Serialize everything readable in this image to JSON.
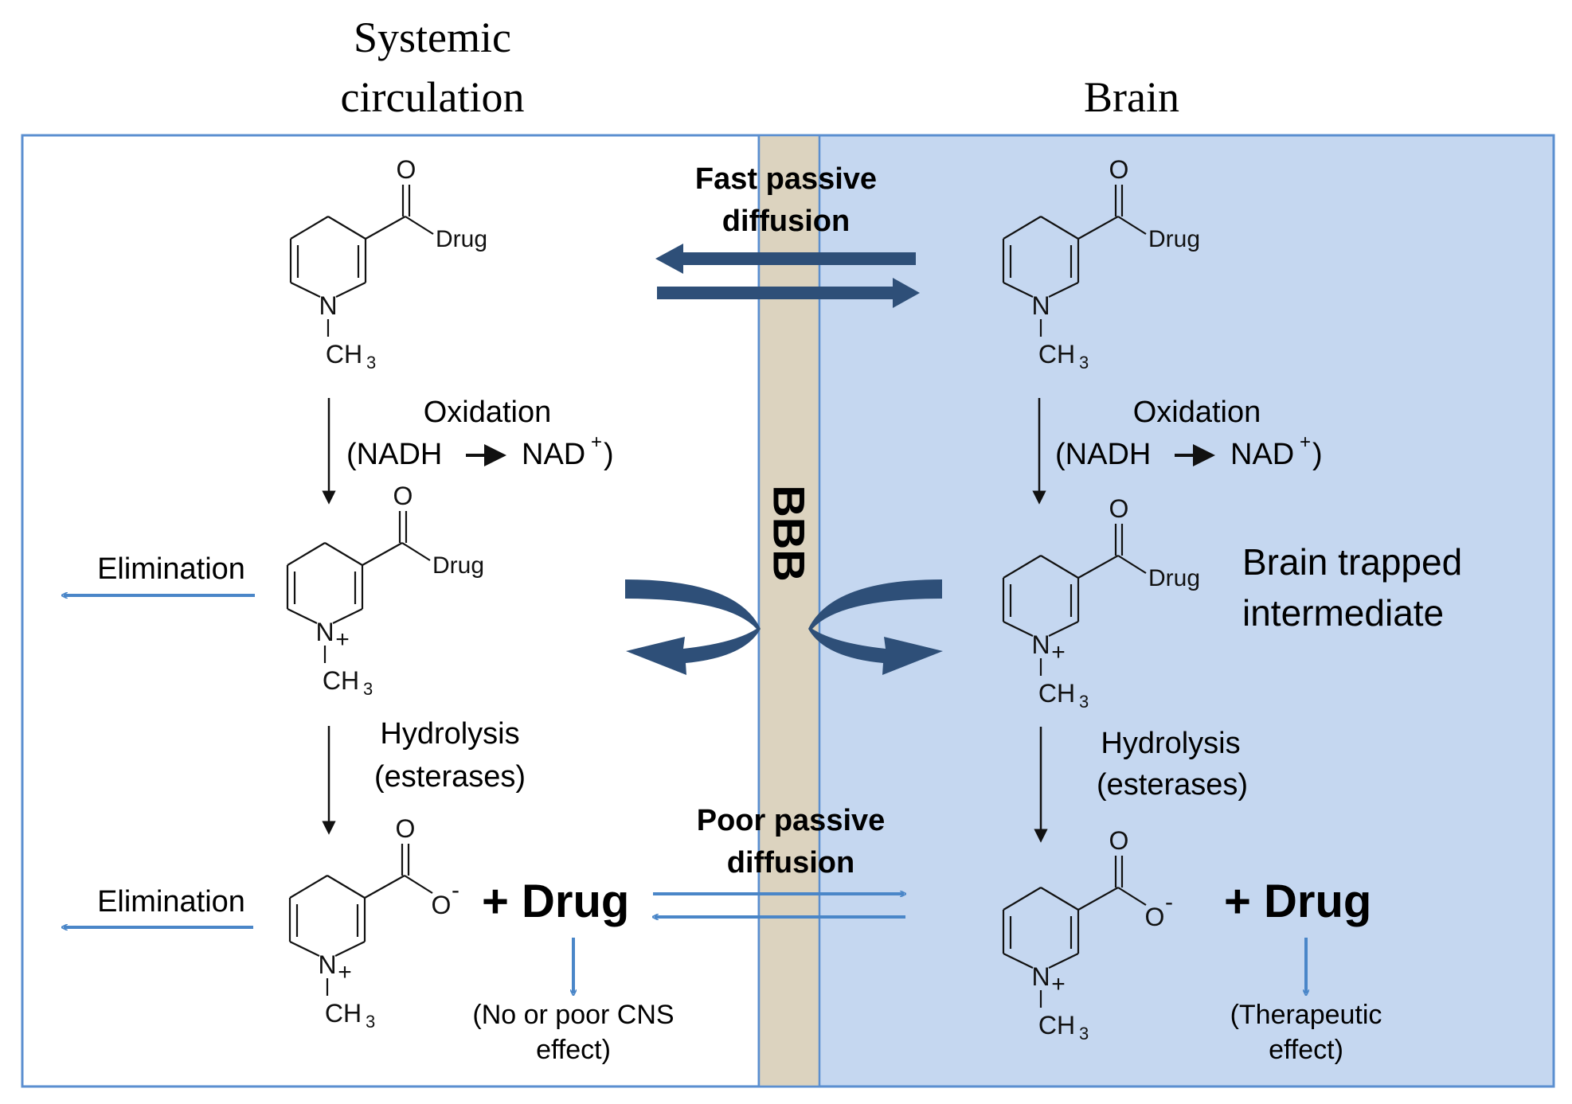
{
  "headings": {
    "systemic": [
      "Systemic",
      "circulation"
    ],
    "brain": "Brain"
  },
  "barrier_label": "BBB",
  "transport": {
    "fast": [
      "Fast passive",
      "diffusion"
    ],
    "poor": [
      "Poor passive",
      "diffusion"
    ]
  },
  "steps": {
    "oxidation": "Oxidation",
    "oxidation_detail": {
      "left": "(NADH",
      "right": "NAD",
      "charge": "+",
      "close": ")"
    },
    "hydrolysis": "Hydrolysis",
    "hydrolysis_detail": "(esterases)"
  },
  "elimination": "Elimination",
  "brain_trapped": [
    "Brain trapped",
    "intermediate"
  ],
  "product": {
    "plus_drug": "+ Drug"
  },
  "effects": {
    "systemic": [
      "(No or poor CNS",
      "effect)"
    ],
    "brain": [
      "(Therapeutic",
      "effect)"
    ]
  },
  "molecule": {
    "oxygen": "O",
    "nitrogen": "N",
    "methyl": "CH",
    "methyl_subscript": "3",
    "drug_group": "Drug",
    "cation": "+",
    "anion": "-"
  },
  "colors": {
    "panel_border": "#5b8fd0",
    "brain_fill": "#c5d7f0",
    "barrier_fill": "#dcd3bf",
    "dark_arrow": "#2e4f78",
    "light_arrow": "#4a86c8",
    "ink": "#111111"
  }
}
